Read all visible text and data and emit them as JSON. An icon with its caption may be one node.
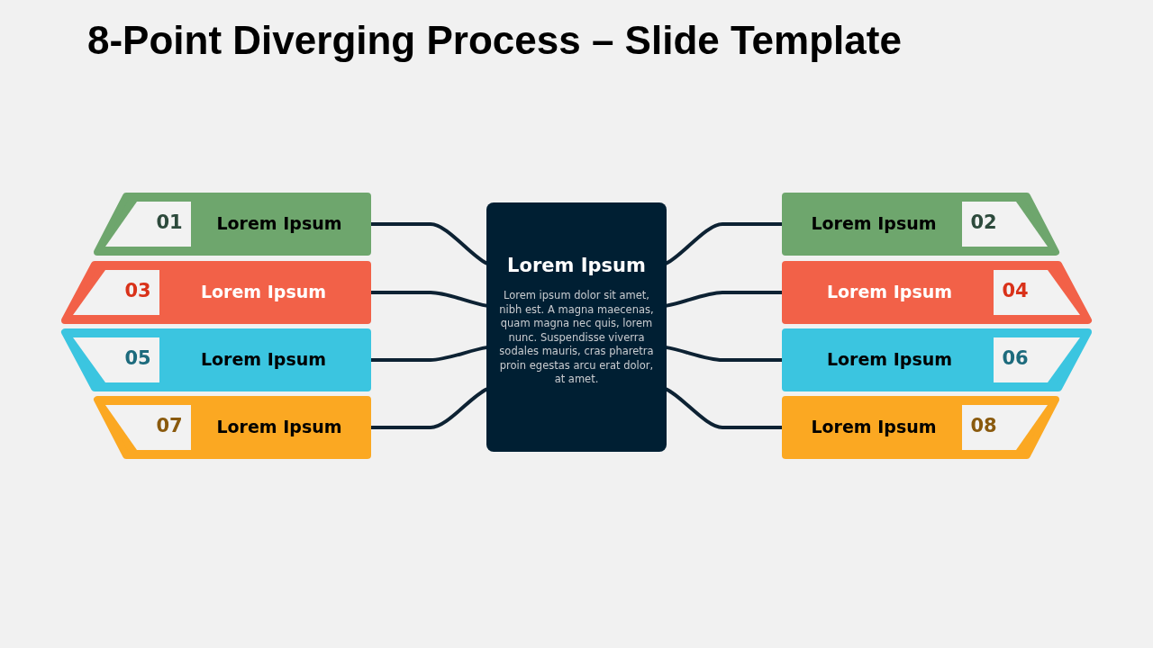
{
  "diagram": {
    "title": "8-Point Diverging Process – Slide Template",
    "nodes": [
      {
        "text": [
          "Lorem Ipsum",
          "Lorem ipsum dolor sit amet, nibh est. A magna maecenas, quam magna nec quis, lorem nunc. Suspendisse viverra sodales mauris, cras pharetra proin egestas arcu erat dolor, at amet."
        ]
      },
      {
        "text": [
          "01",
          "Lorem Ipsum"
        ]
      },
      {
        "text": [
          "Lorem Ipsum",
          "02"
        ]
      },
      {
        "text": [
          "03",
          "Lorem Ipsum"
        ]
      },
      {
        "text": [
          "Lorem Ipsum",
          "04"
        ]
      },
      {
        "text": [
          "05",
          "Lorem Ipsum"
        ]
      },
      {
        "text": [
          "Lorem Ipsum",
          "06"
        ]
      },
      {
        "text": [
          "07",
          "Lorem Ipsum"
        ]
      },
      {
        "text": [
          "Lorem Ipsum",
          "08"
        ]
      }
    ],
    "edges": [
      {
        "from": 0,
        "to": 1,
        "arrow": "none"
      },
      {
        "from": 0,
        "to": 2,
        "arrow": "none"
      },
      {
        "from": 0,
        "to": 3,
        "arrow": "none"
      },
      {
        "from": 0,
        "to": 4,
        "arrow": "none"
      },
      {
        "from": 0,
        "to": 5,
        "arrow": "none"
      },
      {
        "from": 0,
        "to": 6,
        "arrow": "none"
      },
      {
        "from": 0,
        "to": 7,
        "arrow": "none"
      },
      {
        "from": 0,
        "to": 8,
        "arrow": "none"
      }
    ]
  }
}
